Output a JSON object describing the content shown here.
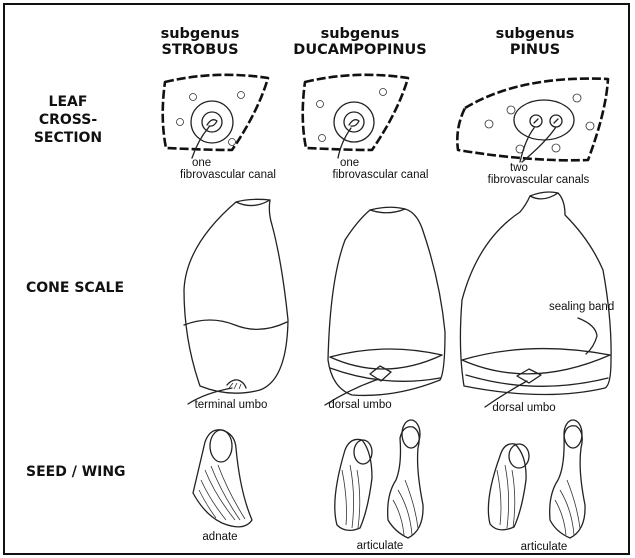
{
  "columns": [
    {
      "line1": "subgenus",
      "line2": "STROBUS"
    },
    {
      "line1": "subgenus",
      "line2": "DUCAMPOPINUS"
    },
    {
      "line1": "subgenus",
      "line2": "PINUS"
    }
  ],
  "rows": {
    "leaf": [
      "LEAF",
      "CROSS-",
      "SECTION"
    ],
    "cone": "CONE SCALE",
    "seed": "SEED / WING"
  },
  "leaf_captions": [
    {
      "line1": "one",
      "line2": "fibrovascular canal"
    },
    {
      "line1": "one",
      "line2": "fibrovascular canal"
    },
    {
      "line1": "two",
      "line2": "fibrovascular canals"
    }
  ],
  "cone_captions": [
    "terminal umbo",
    "dorsal umbo",
    "dorsal umbo"
  ],
  "sealing_band_label": "sealing band",
  "seed_captions": [
    "adnate",
    "articulate",
    "articulate"
  ]
}
